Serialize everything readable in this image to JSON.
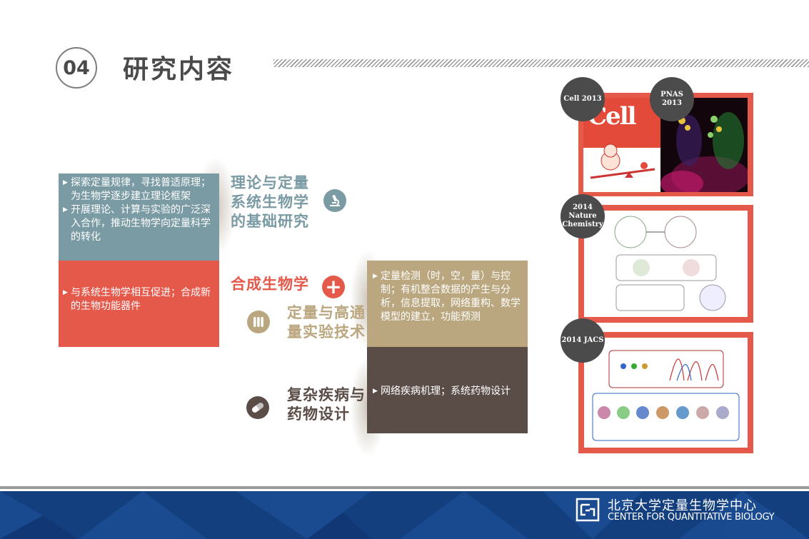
{
  "header": {
    "number": "04",
    "title": "研究内容"
  },
  "sections": {
    "theory": {
      "title": "理论与定量系统生物学的基础研究",
      "bullets": [
        "探索定量规律，寻找普适原理；为生物学逐步建立理论框架",
        "开展理论、计算与实验的广泛深入合作，推动生物学向定量科学的转化"
      ]
    },
    "synthetic": {
      "title": "合成生物学",
      "bullets": [
        "与系统生物学相互促进；合成新的生物功能器件"
      ]
    },
    "high_throughput": {
      "title": "定量与高通量实验技术",
      "bullets": [
        "定量检测（时，空，量）与控制；有机整合数据的产生与分析，信息提取，网络重构、数学模型的建立，功能预测"
      ]
    },
    "disease": {
      "title": "复杂疾病与药物设计",
      "bullets": [
        "网络疾病机理；系统药物设计"
      ]
    }
  },
  "publications": [
    {
      "label": "Cell 2013"
    },
    {
      "label": "PNAS 2013"
    },
    {
      "label": "2014 Nature Chemistry",
      "lines": [
        "2014",
        "Nature",
        "Chemistry"
      ]
    },
    {
      "label": "2014 JACS"
    }
  ],
  "cover": {
    "journal": "Cell"
  },
  "footer": {
    "org_cn": "北京大学定量生物学中心",
    "org_en": "CENTER FOR QUANTITATIVE BIOLOGY"
  },
  "colors": {
    "teal": "#7a9ba3",
    "red": "#e5594b",
    "tan": "#bba77f",
    "brown": "#5a4d48",
    "navy": "#143f7f"
  },
  "icons": [
    "microscope-icon",
    "plus-icon",
    "test-tubes-icon",
    "pill-icon"
  ]
}
